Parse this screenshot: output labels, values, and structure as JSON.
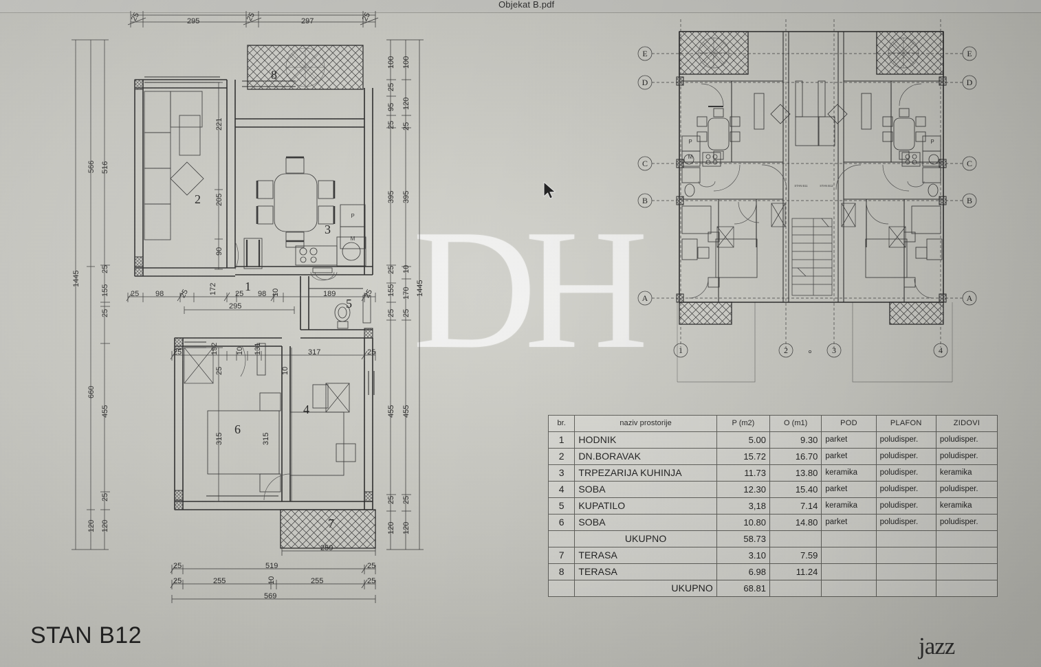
{
  "window": {
    "doc_title": "Objekat B.pdf"
  },
  "captions": {
    "plan_title": "STAN B12",
    "logo": "jazz",
    "watermark": "DH"
  },
  "spec_table": {
    "headers": [
      "br.",
      "naziv prostorije",
      "P (m2)",
      "O (m1)",
      "POD",
      "PLAFON",
      "ZIDOVI"
    ],
    "rows": [
      {
        "br": "1",
        "name": "HODNIK",
        "p": "5.00",
        "o": "9.30",
        "pod": "parket",
        "plafon": "poludisper.",
        "zidovi": "poludisper."
      },
      {
        "br": "2",
        "name": "DN.BORAVAK",
        "p": "15.72",
        "o": "16.70",
        "pod": "parket",
        "plafon": "poludisper.",
        "zidovi": "poludisper."
      },
      {
        "br": "3",
        "name": "TRPEZARIJA KUHINJA",
        "p": "11.73",
        "o": "13.80",
        "pod": "keramika",
        "plafon": "poludisper.",
        "zidovi": "keramika"
      },
      {
        "br": "4",
        "name": "SOBA",
        "p": "12.30",
        "o": "15.40",
        "pod": "parket",
        "plafon": "poludisper.",
        "zidovi": "poludisper."
      },
      {
        "br": "5",
        "name": "KUPATILO",
        "p": "3,18",
        "o": "7.14",
        "pod": "keramika",
        "plafon": "poludisper.",
        "zidovi": "keramika"
      },
      {
        "br": "6",
        "name": "SOBA",
        "p": "10.80",
        "o": "14.80",
        "pod": "parket",
        "plafon": "poludisper.",
        "zidovi": "poludisper."
      }
    ],
    "subtotal": {
      "label": "UKUPNO",
      "p": "58.73"
    },
    "extra_rows": [
      {
        "br": "7",
        "name": "TERASA",
        "p": "3.10",
        "o": "7.59"
      },
      {
        "br": "8",
        "name": "TERASA",
        "p": "6.98",
        "o": "11.24"
      }
    ],
    "total": {
      "label": "UKUPNO",
      "p": "68.81"
    }
  },
  "left_plan": {
    "room_numbers": [
      "1",
      "2",
      "3",
      "4",
      "5",
      "6",
      "7",
      "8"
    ],
    "appliance_labels": [
      "P",
      "M"
    ],
    "dims_top": [
      "25",
      "295",
      "25",
      "297",
      "25"
    ],
    "dims_left_outer": [
      "1445"
    ],
    "dims_left_mid": [
      "566",
      "660",
      "120"
    ],
    "dims_left_inner": [
      "516",
      "25",
      "155",
      "25",
      "455",
      "25",
      "120"
    ],
    "dims_right_inner": [
      "100",
      "25",
      "95",
      "25",
      "395",
      "25",
      "155",
      "25",
      "455",
      "25",
      "120"
    ],
    "dims_right_mid": [
      "100",
      "120",
      "25",
      "395",
      "10",
      "170",
      "25",
      "455",
      "25",
      "120"
    ],
    "dims_right_outer": [
      "1445"
    ],
    "dims_bottom_a": [
      "259"
    ],
    "dims_bottom_b": [
      "25",
      "519",
      "25"
    ],
    "dims_bottom_c": [
      "25",
      "255",
      "10",
      "255",
      "25"
    ],
    "dims_bottom_d": [
      "569"
    ],
    "dims_mid_row": [
      "25",
      "98",
      "25",
      "172",
      "25",
      "98",
      "10",
      "189",
      "25"
    ],
    "dims_mid_295": "295",
    "dims_mid_row2": [
      "25",
      "192",
      "10",
      "131",
      "317",
      "25"
    ],
    "dims_interior": [
      "221",
      "205",
      "90",
      "315",
      "315"
    ]
  },
  "right_plan": {
    "grid_letters": [
      "E",
      "D",
      "C",
      "B",
      "A"
    ],
    "grid_numbers": [
      "1",
      "2",
      "3",
      "4"
    ],
    "unit_labels": [
      "STAN B11",
      "STAN B12"
    ]
  }
}
